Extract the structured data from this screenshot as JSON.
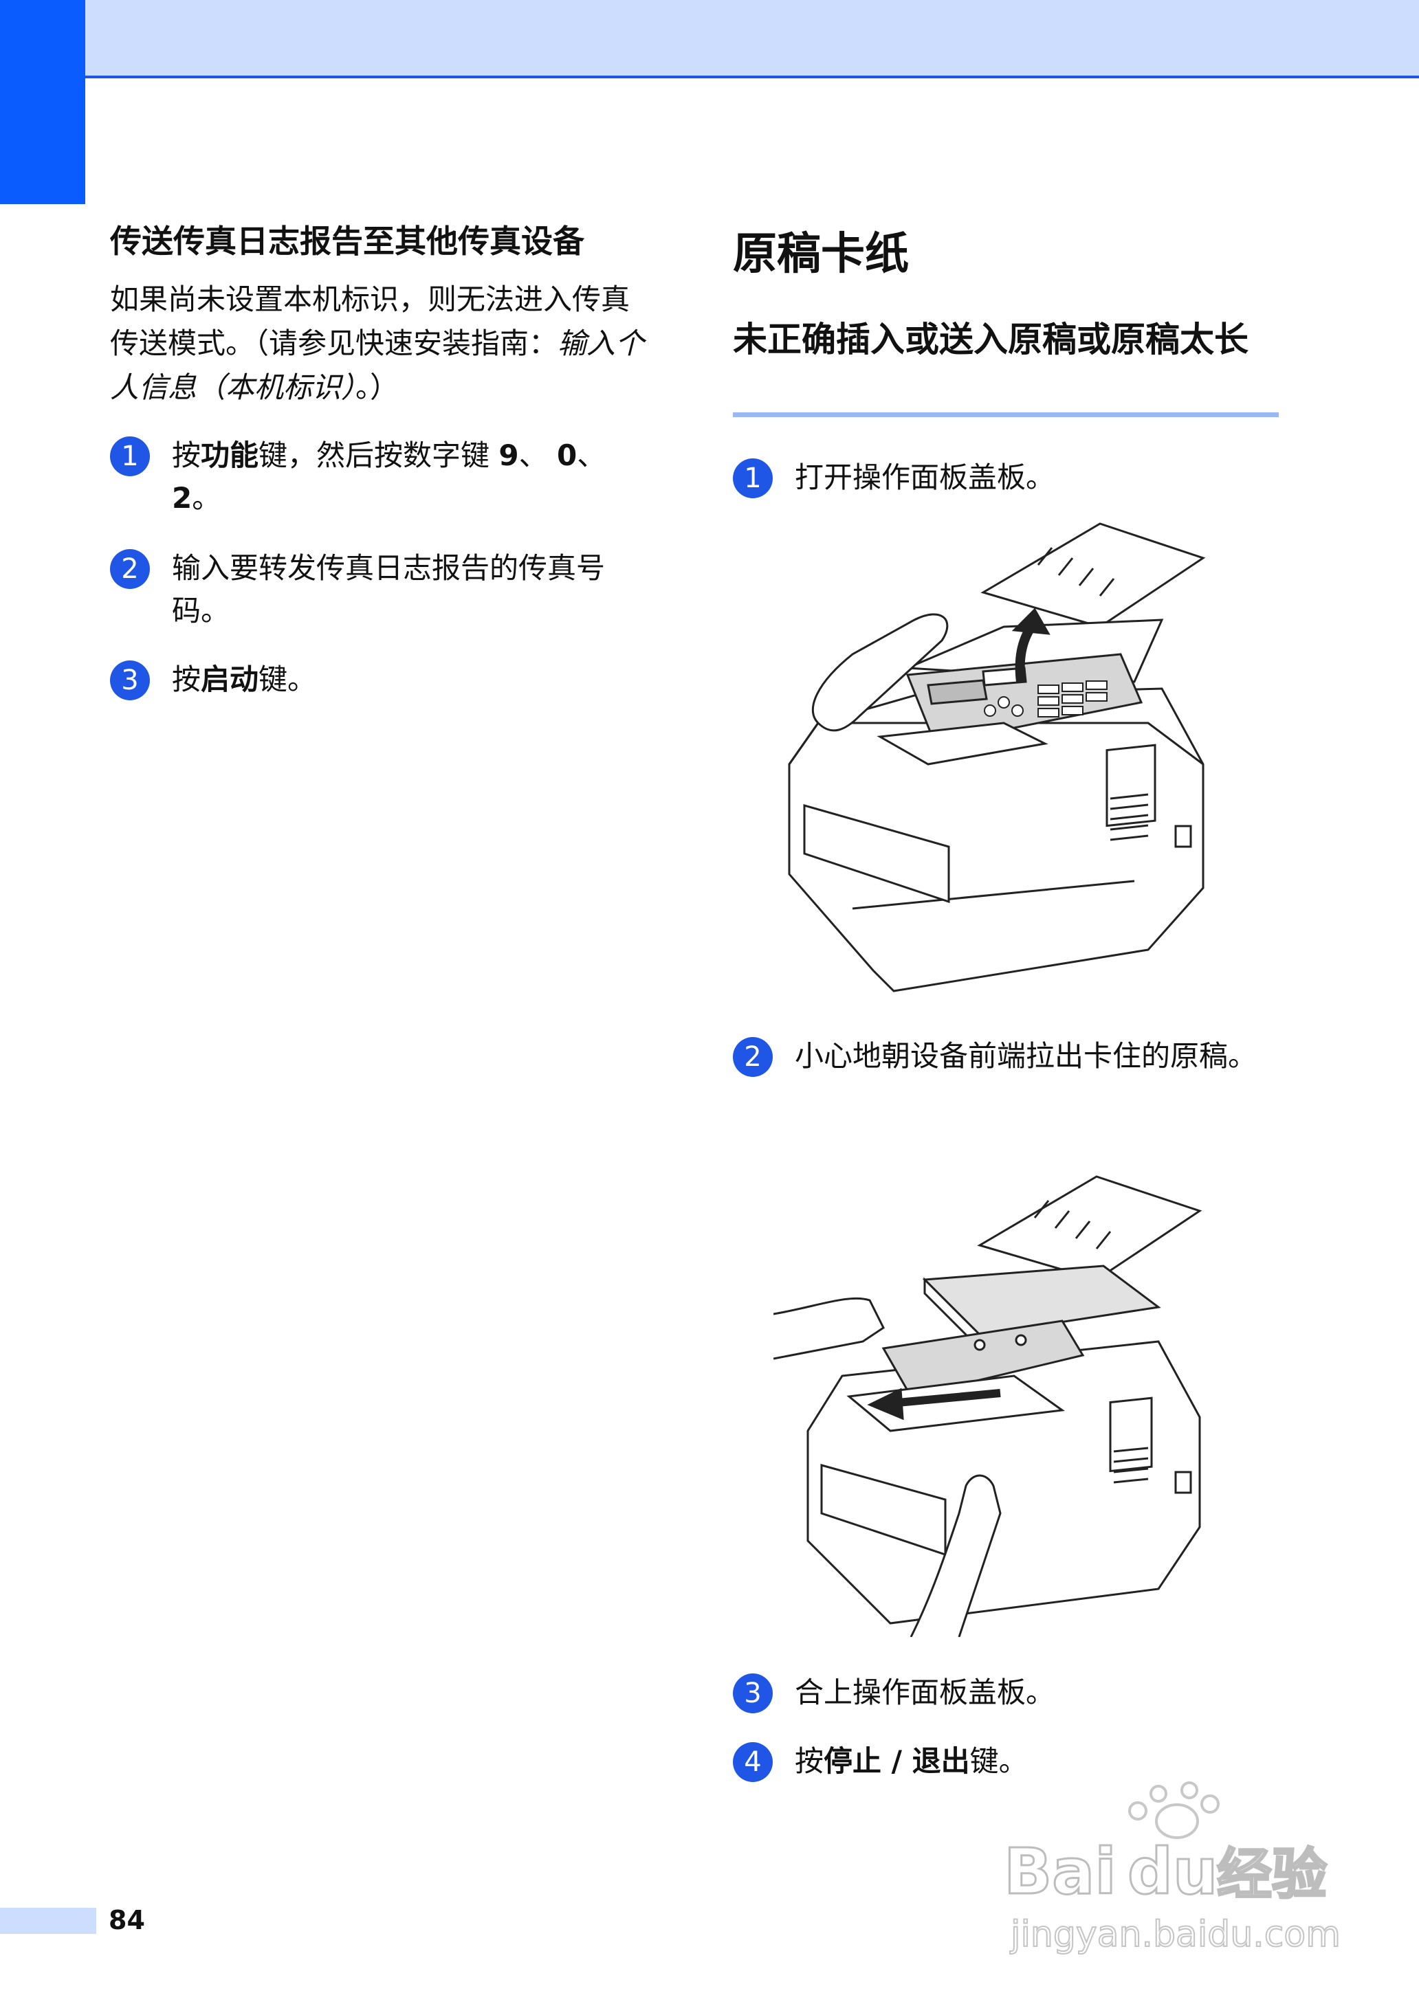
{
  "left": {
    "heading": "传送传真日志报告至其他传真设备",
    "paragraph_prefix": "如果尚未设置本机标识，则无法进入传真传送模式。（请参见快速安装指南：",
    "paragraph_italic": "输入个人信息（本机标识）",
    "paragraph_suffix": "。）",
    "steps": [
      {
        "num": "1",
        "a": "按",
        "b": "功能",
        "c": "键，然后按数字键 ",
        "d": "9",
        "e": "、 ",
        "f": "0",
        "g": "、",
        "h": "2",
        "i": "。"
      },
      {
        "num": "2",
        "text": "输入要转发传真日志报告的传真号码。"
      },
      {
        "num": "3",
        "a": "按",
        "b": "启动",
        "c": "键。"
      }
    ]
  },
  "right": {
    "title": "原稿卡纸",
    "subtitle": "未正确插入或送入原稿或原稿太长",
    "steps": [
      {
        "num": "1",
        "text": "打开操作面板盖板。"
      },
      {
        "num": "2",
        "text": "小心地朝设备前端拉出卡住的原稿。"
      },
      {
        "num": "3",
        "text": "合上操作面板盖板。"
      },
      {
        "num": "4",
        "a": "按",
        "b": "停止 / 退出",
        "c": "键。"
      }
    ]
  },
  "footer": {
    "page_number": "84"
  },
  "watermark": {
    "brand": "Bai",
    "brand2": "du",
    "cn": "经验",
    "url": "jingyan.baidu.com"
  },
  "colors": {
    "accent": "#1f56e5",
    "band": "#ccddfd",
    "rule": "#9ab8f6"
  }
}
